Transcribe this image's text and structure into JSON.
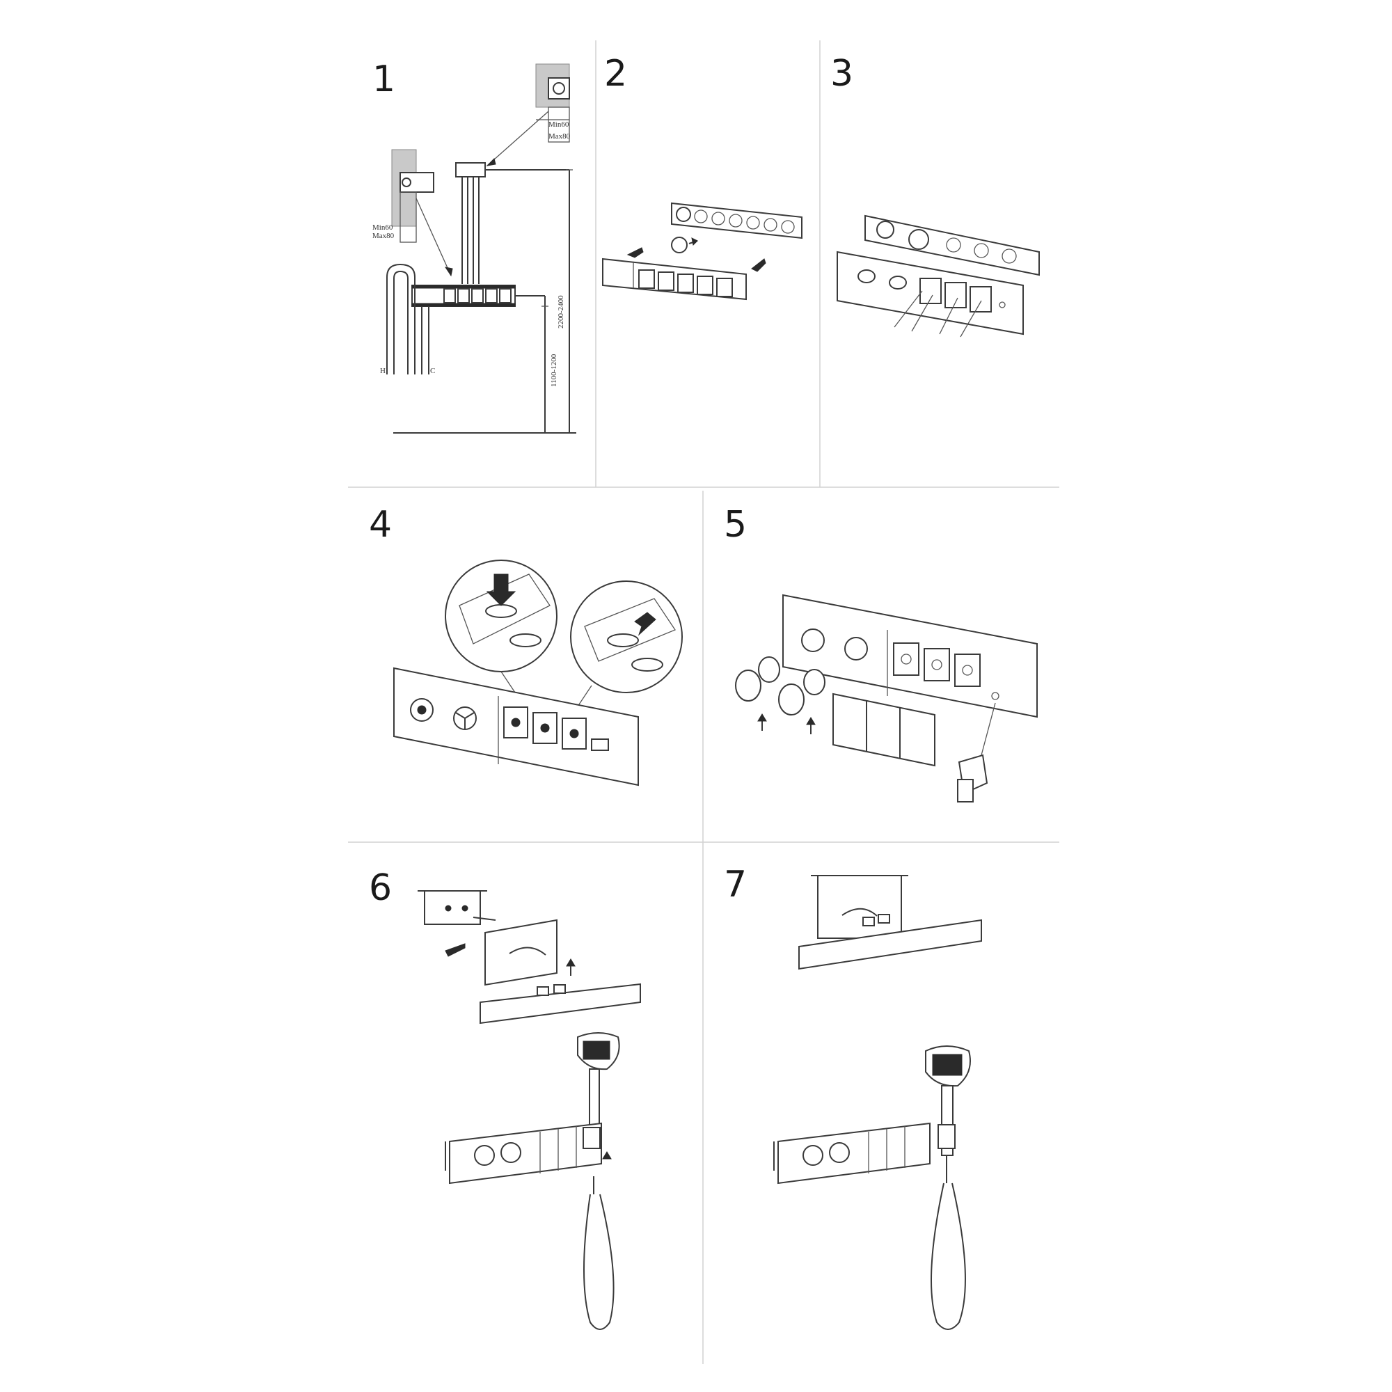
{
  "steps": [
    {
      "number": "1"
    },
    {
      "number": "2"
    },
    {
      "number": "3"
    },
    {
      "number": "4"
    },
    {
      "number": "5"
    },
    {
      "number": "6"
    },
    {
      "number": "7"
    }
  ],
  "step1": {
    "detail_top_min": "Min60",
    "detail_top_max": "Max80",
    "detail_left_min": "Min60",
    "detail_left_max": "Max80",
    "height_shower_head": "2200-2400",
    "height_valve": "1100-1200",
    "inlet_left": "H",
    "inlet_right": "C"
  }
}
